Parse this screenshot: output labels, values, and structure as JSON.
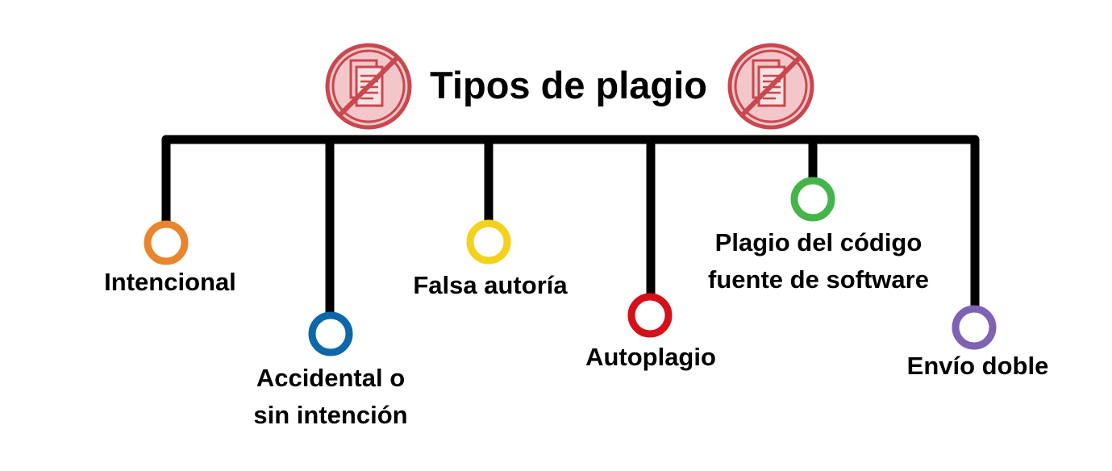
{
  "diagram": {
    "title": "Tipos de plagio",
    "icon": "no-plagiarism-document-icon",
    "icon_color": "#c9474e",
    "icon_fill": "#f3c7c9",
    "line_color": "#000000",
    "items": [
      {
        "label": "Intencional",
        "color": "#e9852d"
      },
      {
        "label": "Accidental o sin intención",
        "color": "#0d67ab"
      },
      {
        "label": "Falsa autoría",
        "color": "#f4d11b"
      },
      {
        "label": "Autoplagio",
        "color": "#d5101b"
      },
      {
        "label": "Plagio del código fuente de software",
        "color": "#44b549"
      },
      {
        "label": "Envío doble",
        "color": "#7f62b3"
      }
    ]
  }
}
